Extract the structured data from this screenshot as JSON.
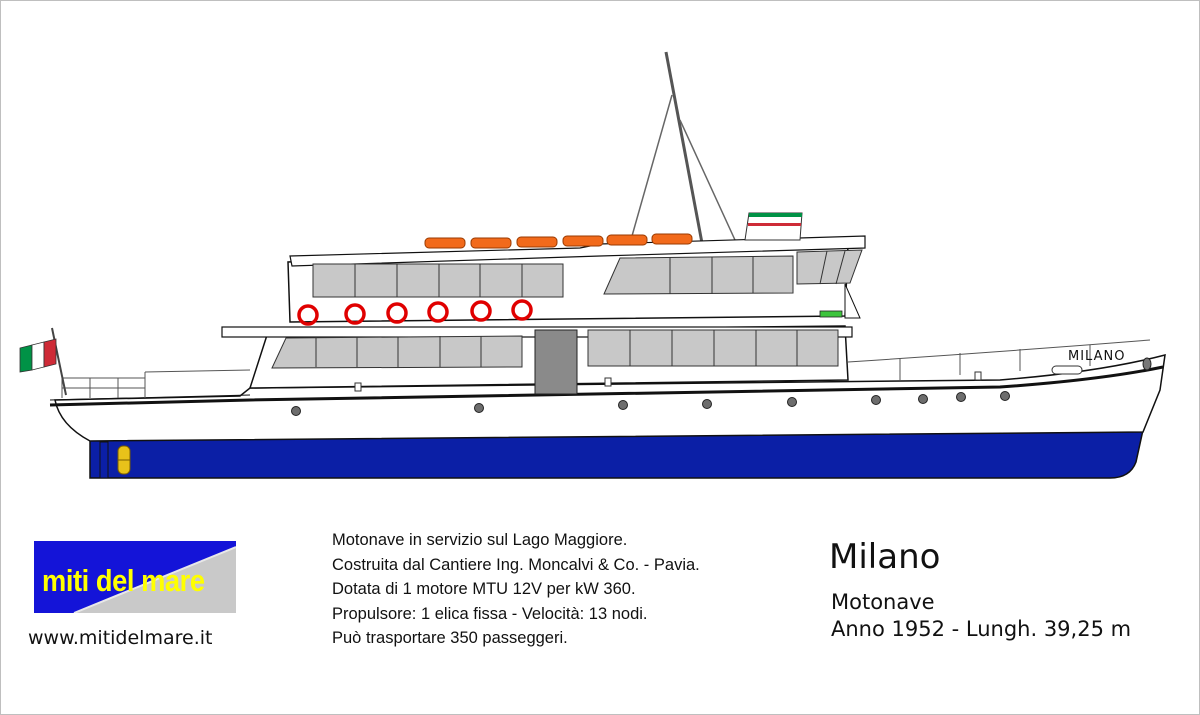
{
  "ship": {
    "hull_name": "MILANO",
    "colors": {
      "hull_bottom": "#0b1fa6",
      "lifebuoy": "#e00000",
      "lifeboat": "#f26a1b",
      "window": "#c8c8c8",
      "door": "#8a8a8a",
      "flag_green": "#009246",
      "flag_red": "#ce2b37"
    }
  },
  "logo": {
    "text": "miti del mare",
    "colors": {
      "background": "#1414d8",
      "text": "#ffff00",
      "wedge": "#c9c9c9"
    }
  },
  "website": "www.mitidelmare.it",
  "description": [
    "Motonave in servizio sul Lago Maggiore.",
    "Costruita dal Cantiere Ing. Moncalvi & Co. - Pavia.",
    "Dotata di 1 motore MTU 12V per kW 360.",
    "Propulsore: 1 elica fissa - Velocità: 13 nodi.",
    "Può trasportare 350 passeggeri."
  ],
  "title": "Milano",
  "vessel_type": "Motonave",
  "year_length": "Anno 1952 - Lungh. 39,25 m"
}
